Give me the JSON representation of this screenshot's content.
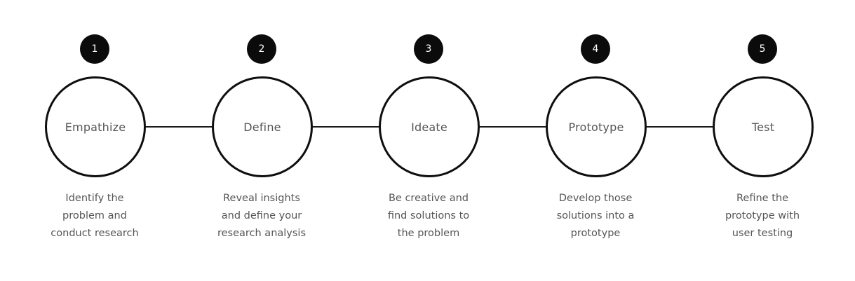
{
  "steps": [
    {
      "number": "1",
      "title": "Empathize",
      "description": [
        "Identify the",
        "problem and",
        "conduct research"
      ]
    },
    {
      "number": "2",
      "title": "Define",
      "description": [
        "Reveal insights",
        "and define your",
        "research analysis"
      ]
    },
    {
      "number": "3",
      "title": "Ideate",
      "description": [
        "Be creative and",
        "find solutions to",
        "the problem"
      ]
    },
    {
      "number": "4",
      "title": "Prototype",
      "description": [
        "Develop those",
        "solutions into a",
        "prototype"
      ]
    },
    {
      "number": "5",
      "title": "Test",
      "description": [
        "Refine the",
        "prototype with",
        "user testing"
      ]
    }
  ],
  "colors": {
    "badge": "#0b0b0b",
    "circle_stroke": "#0f0f0f",
    "text": "#555555",
    "background": "#ffffff"
  }
}
